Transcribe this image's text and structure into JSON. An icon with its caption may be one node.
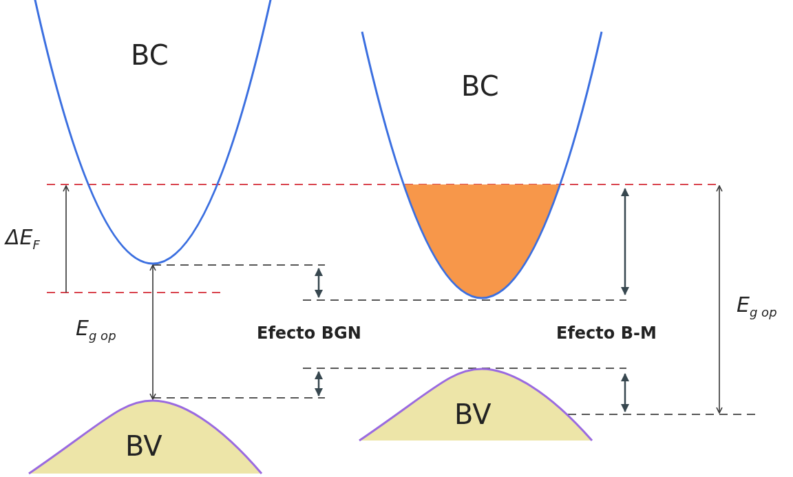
{
  "diagram": {
    "nodes": [
      {
        "text": [
          "BC"
        ]
      },
      {
        "text": [
          "BC"
        ]
      },
      {
        "text": [
          "BV"
        ]
      },
      {
        "text": [
          "BV"
        ]
      }
    ],
    "edges": [
      {
        "from": 3,
        "to": 0,
        "arrow": "both",
        "label": "E$_{g op}$"
      }
    ],
    "labels": [
      "ΔE$_{F}$",
      "Efecto BGN",
      "Efecto B-M",
      "E$_{g op}$"
    ]
  }
}
